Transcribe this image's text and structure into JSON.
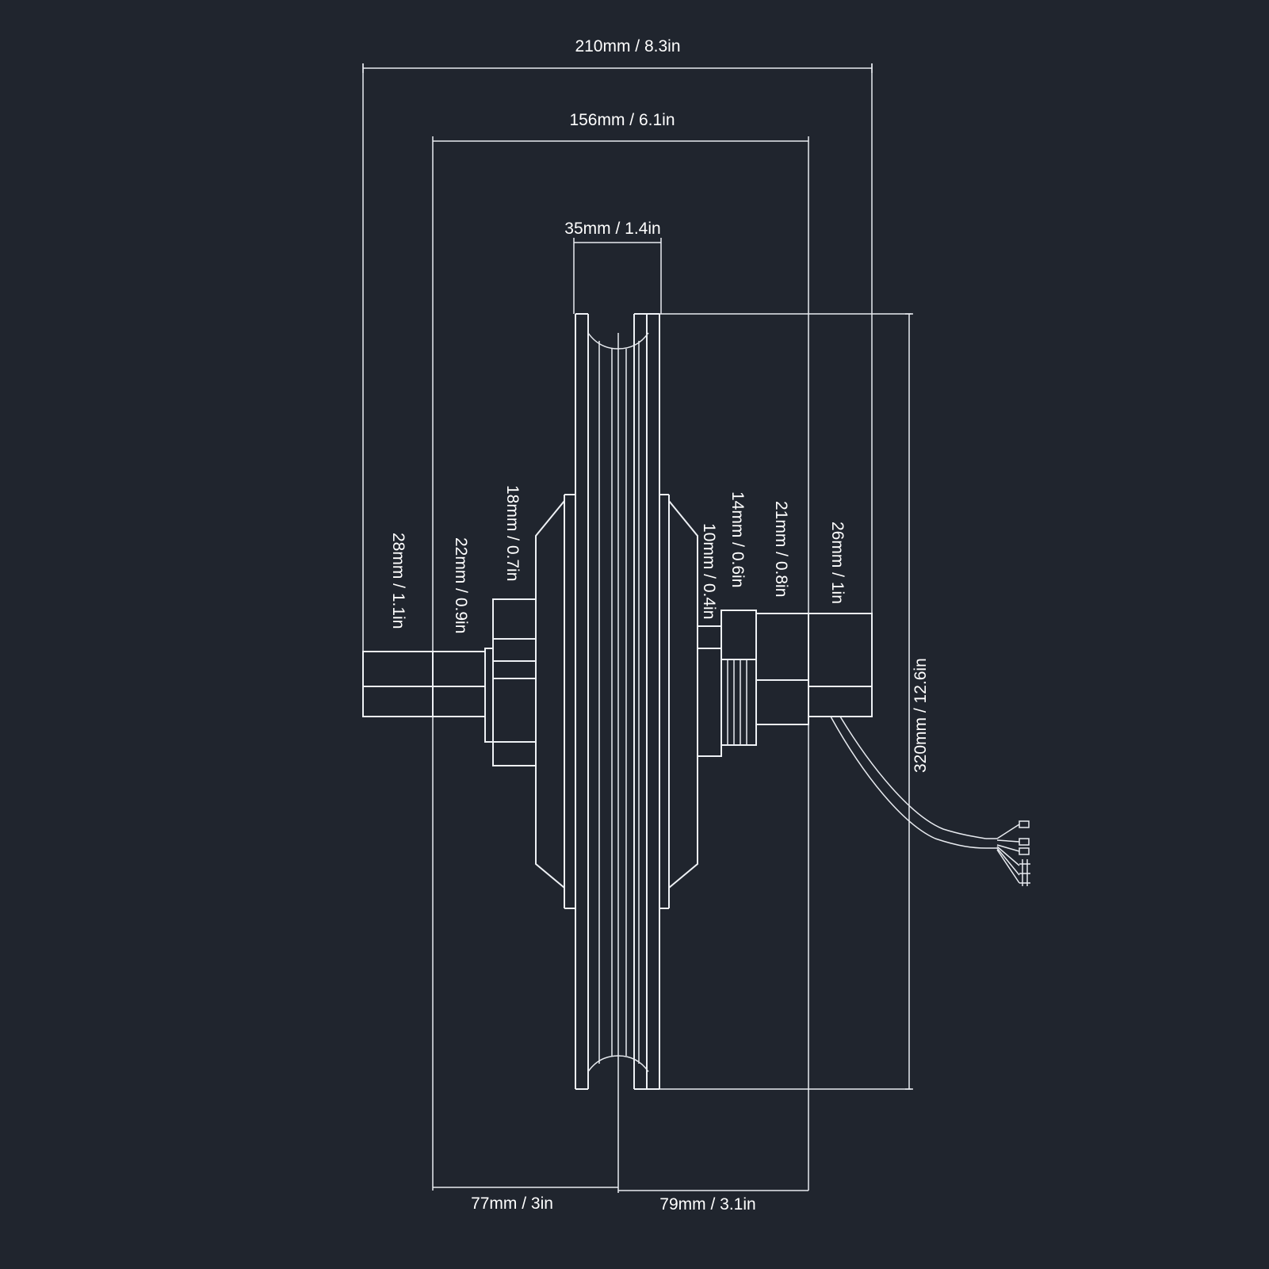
{
  "diagram": {
    "colors": {
      "background": "#20252e",
      "line": "#eef1f5"
    },
    "labels": {
      "overall_width": "210mm / 8.3in",
      "rim_width": "156mm / 6.1in",
      "tire_width": "35mm / 1.4in",
      "left_axle": "28mm / 1.1in",
      "left_spacer": "22mm / 0.9in",
      "left_hub": "18mm / 0.7in",
      "right_hub": "14mm / 0.6in",
      "right_collar": "10mm / 0.4in",
      "right_spacer": "21mm / 0.8in",
      "right_axle": "26mm / 1in",
      "diameter": "320mm / 12.6in",
      "left_offset": "77mm / 3in",
      "right_offset": "79mm / 3.1in"
    }
  }
}
